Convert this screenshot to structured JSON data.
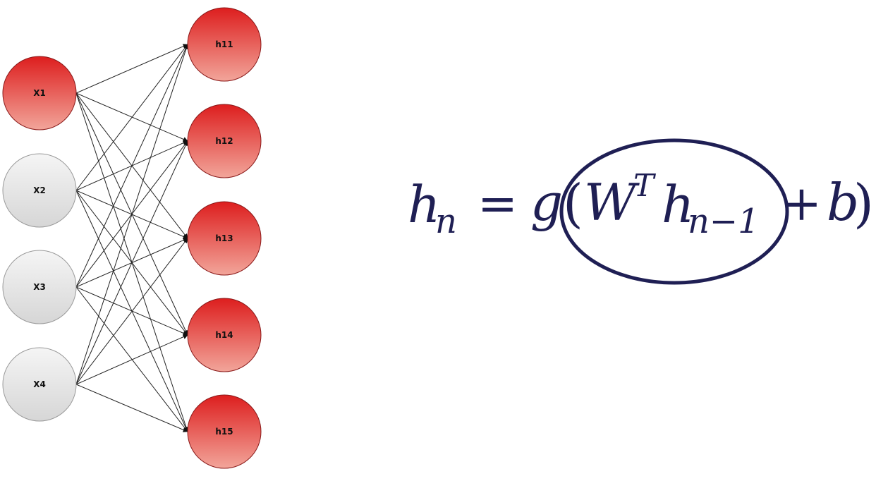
{
  "network": {
    "inputs": [
      {
        "id": "x1",
        "label": "X1",
        "active": true
      },
      {
        "id": "x2",
        "label": "X2",
        "active": false
      },
      {
        "id": "x3",
        "label": "X3",
        "active": false
      },
      {
        "id": "x4",
        "label": "X4",
        "active": false
      }
    ],
    "hidden": [
      {
        "id": "h11",
        "label": "h11",
        "active": true
      },
      {
        "id": "h12",
        "label": "h12",
        "active": true
      },
      {
        "id": "h13",
        "label": "h13",
        "active": true
      },
      {
        "id": "h14",
        "label": "h14",
        "active": true
      },
      {
        "id": "h15",
        "label": "h15",
        "active": true
      }
    ],
    "connections": "fully-connected",
    "colors": {
      "active_top": "#dd1e1e",
      "active_bottom": "#f2a59a",
      "inactive_top": "#f3f3f3",
      "inactive_bottom": "#d9d9d9",
      "edge": "#222222"
    }
  },
  "equation": {
    "lhs_var": "h",
    "lhs_sub": "n",
    "equals": "=",
    "func": "g",
    "open_paren": "(",
    "weight": "W",
    "weight_sup": "T",
    "hvar": "h",
    "hsub": "n−1",
    "plus": "+",
    "bias": "b",
    "close_paren": ")",
    "color": "#1f1f54",
    "highlight": "ellipse around W^T h_{n-1}"
  }
}
